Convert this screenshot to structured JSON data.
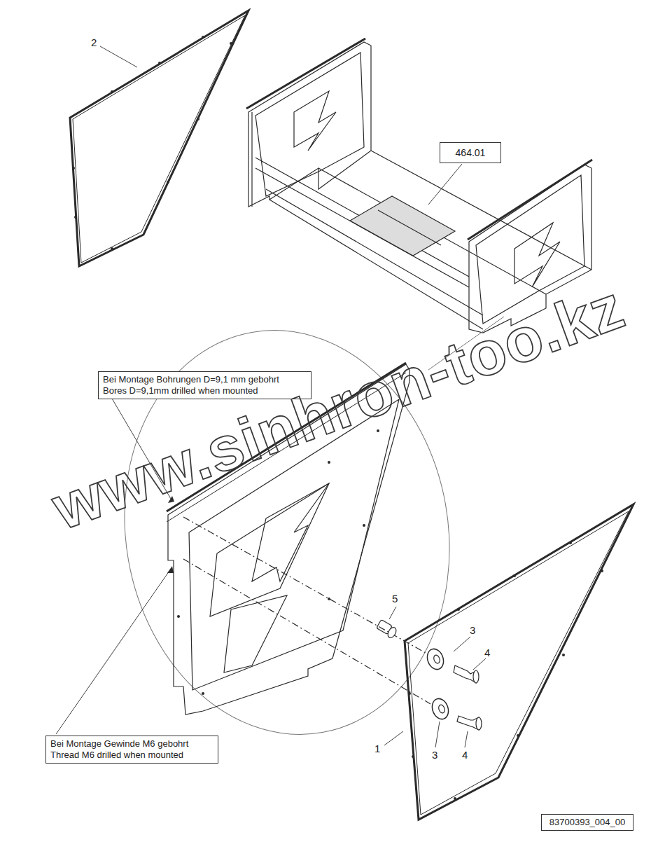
{
  "diagram": {
    "nodes": [
      {
        "text": [
          "464.01"
        ]
      },
      {
        "text": [
          "Bei Montage Bohrungen D=9,1 mm gebohrt",
          "Bores D=9,1mm drilled when mounted"
        ]
      },
      {
        "text": [
          "Bei Montage Gewinde M6 gebohrt",
          "Thread M6 drilled when mounted"
        ]
      },
      {
        "text": [
          "83700393_004_00"
        ]
      }
    ],
    "labels": [
      "2",
      "5",
      "3",
      "4",
      "3",
      "4",
      "1",
      "www.sinhron-too.kz"
    ]
  }
}
